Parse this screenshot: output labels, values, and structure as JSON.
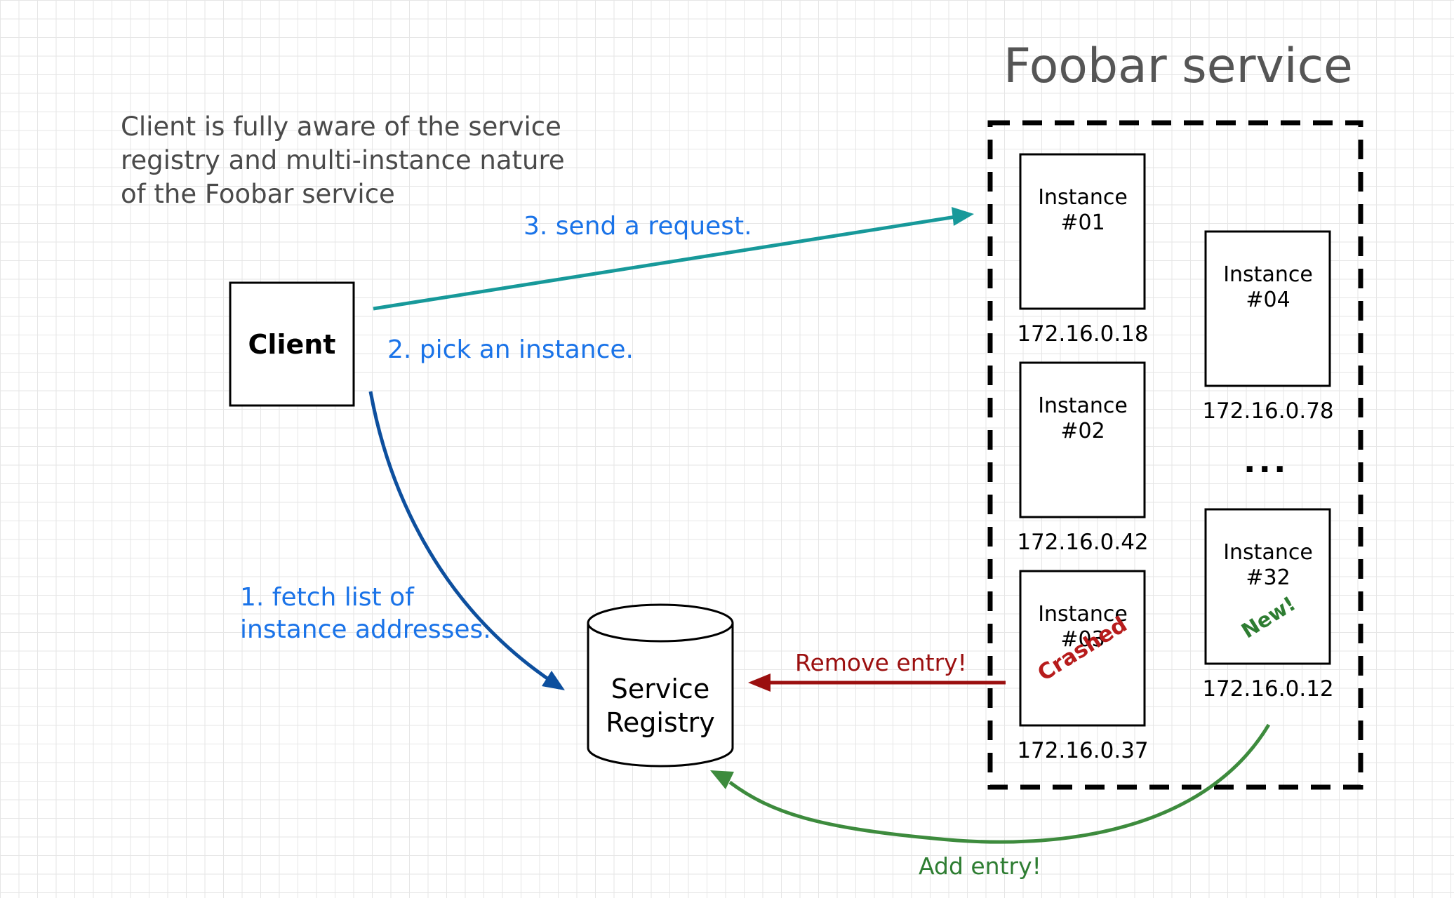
{
  "title": "Foobar service",
  "description": "Client is fully aware of the service registry and multi-instance nature of the Foobar service",
  "client_label": "Client",
  "registry_label": "Service Registry",
  "steps": {
    "fetch": "1. fetch list of instance addresses.",
    "pick": "2. pick an instance.",
    "send": "3. send a request."
  },
  "instances": [
    {
      "label": "Instance #01",
      "ip": "172.16.0.18"
    },
    {
      "label": "Instance #02",
      "ip": "172.16.0.42"
    },
    {
      "label": "Instance #03",
      "ip": "172.16.0.37",
      "tag": "Crashed"
    },
    {
      "label": "Instance #04",
      "ip": "172.16.0.78"
    },
    {
      "label": "Instance #32",
      "ip": "172.16.0.12",
      "tag": "New!"
    }
  ],
  "ellipsis": "...",
  "remove_entry": "Remove entry!",
  "add_entry": "Add entry!",
  "colors": {
    "send_arrow": "#17999a",
    "fetch_arrow": "#0d4f9e",
    "remove_arrow": "#9b0f0f",
    "add_arrow": "#3d8b3d",
    "step_text": "#1a73e8"
  }
}
